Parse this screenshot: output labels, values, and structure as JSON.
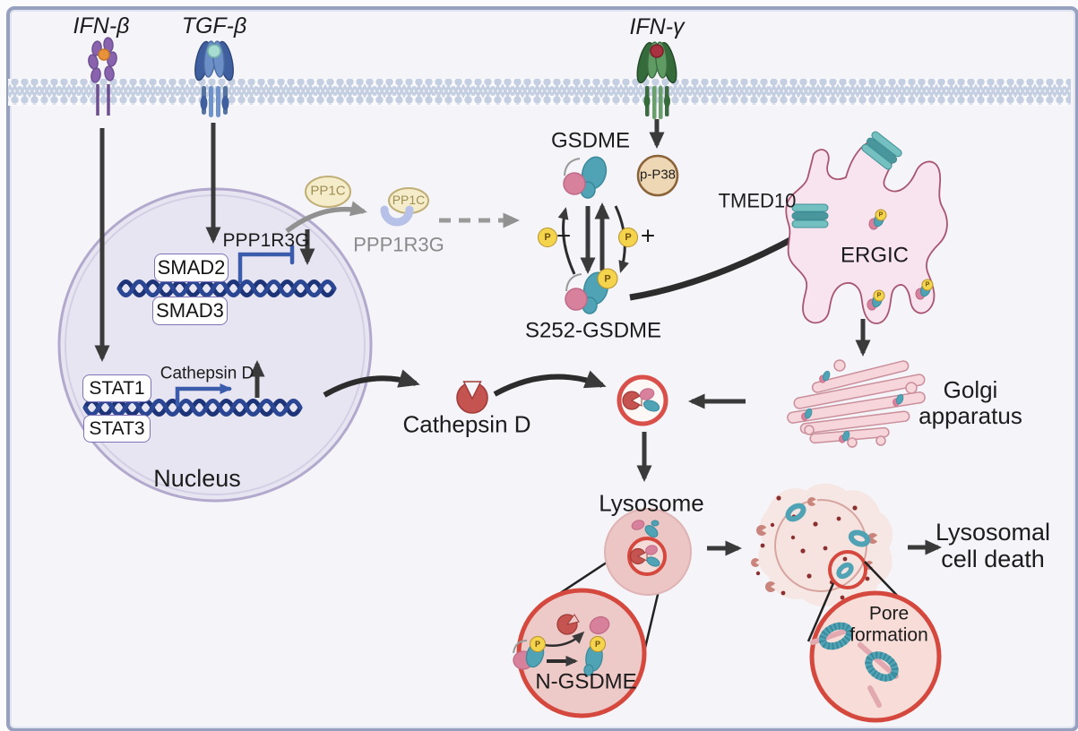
{
  "labels": {
    "ifn_beta": "IFN-β",
    "tgf_beta": "TGF-β",
    "ifn_gamma": "IFN-γ",
    "gsdme": "GSDME",
    "p_p38": "p-P38",
    "pp1c": "PP1C",
    "ppp1r3g": "PPP1R3G",
    "smad2": "SMAD2",
    "smad3": "SMAD3",
    "stat1": "STAT1",
    "stat3": "STAT3",
    "cathepsin_d": "Cathepsin D",
    "nucleus": "Nucleus",
    "s252_gsdme": "S252-GSDME",
    "tmed10": "TMED10",
    "ergic": "ERGIC",
    "golgi": "Golgi apparatus",
    "lysosome": "Lysosome",
    "n_gsdme": "N-GSDME",
    "pore_formation": "Pore formation",
    "lysosomal_cell_death": "Lysosomal cell death",
    "p": "P",
    "minus": "−",
    "plus": "+"
  },
  "colors": {
    "canvas": "#f4f4f9",
    "frame_border": "#96a0bf",
    "membrane": "#c5cfe2",
    "nucleus_fill": "#e7e5f1",
    "nucleus_border": "#b2a9cd",
    "dna_blue": "#2b4794",
    "signal_blue": "#3b5cab",
    "gsdme_teal": "#4fa3b5",
    "gsdme_pink": "#d8819d",
    "phospho_yellow": "#f4d44d",
    "red_ring": "#d4483e",
    "cathepsin_red": "#c5534f",
    "pp1c_fill": "#f5ecca",
    "pp38_fill": "#eed7b4",
    "ifnb_purple": "#8a63ae",
    "tgfb_blue": "#3f5f9e",
    "ifng_green": "#356b3a",
    "golgi_pink": "#f6d6db",
    "arrow_dark": "#3a3a3a",
    "gray_arrow": "#919191"
  }
}
